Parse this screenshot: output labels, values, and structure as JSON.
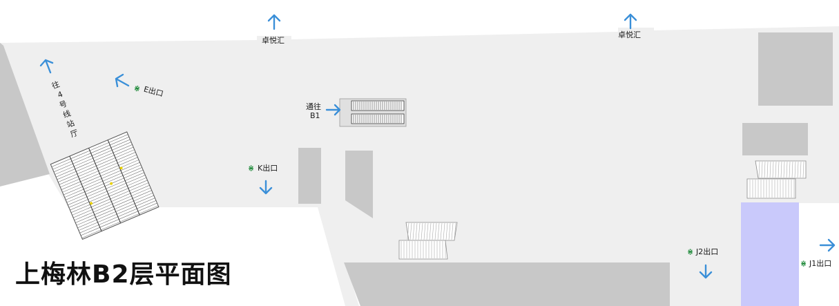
{
  "title": "上梅林B2层平面图",
  "colors": {
    "floor": "#efefef",
    "wall_dark": "#c8c8c8",
    "arrow": "#3a8fd8",
    "metro_logo": "#1f8a3a",
    "highlight_room": "#c9c9fb"
  },
  "labels": {
    "zhuoyue_left": "卓悦汇",
    "zhuoyue_right": "卓悦汇",
    "to_line4_chars": [
      "往",
      "4",
      "号",
      "线",
      "站",
      "厅"
    ],
    "to_b1_line1": "通往",
    "to_b1_line2": "B1"
  },
  "exits": {
    "e": "E出口",
    "k": "K出口",
    "j2": "J2出口",
    "j1": "J1出口"
  },
  "icons": {
    "arrow": "arrow-icon",
    "metro": "metro-logo-icon"
  }
}
